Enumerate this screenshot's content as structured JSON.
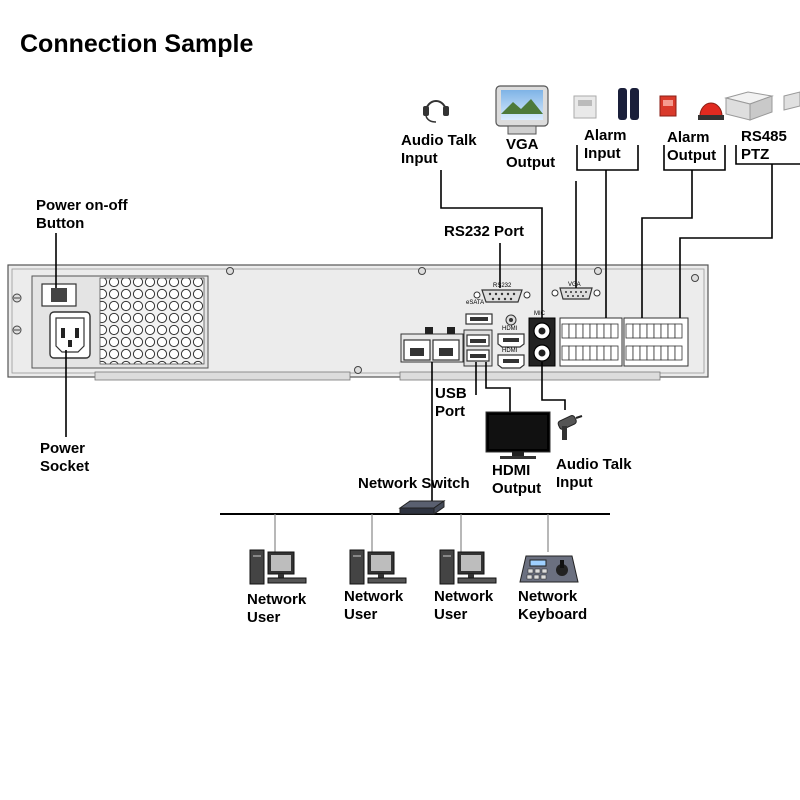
{
  "title": "Connection Sample",
  "labels": {
    "audio_talk_input_top": [
      "Audio Talk",
      "Input"
    ],
    "vga_output": [
      "VGA",
      "Output"
    ],
    "alarm_input": [
      "Alarm",
      "Input"
    ],
    "alarm_output": [
      "Alarm",
      "Output"
    ],
    "rs485_ptz": [
      "RS485",
      "PTZ"
    ],
    "power_button": [
      "Power on-off",
      "Button"
    ],
    "rs232_port": "RS232 Port",
    "power_socket": [
      "Power",
      "Socket"
    ],
    "usb_port": [
      "USB",
      "Port"
    ],
    "hdmi_output": [
      "HDMI",
      "Output"
    ],
    "audio_talk_input_bottom": [
      "Audio Talk",
      "Input"
    ],
    "network_switch": "Network Switch",
    "network_user_1": [
      "Network",
      "User"
    ],
    "network_user_2": [
      "Network",
      "User"
    ],
    "network_user_3": [
      "Network",
      "User"
    ],
    "network_keyboard": [
      "Network",
      "Keyboard"
    ]
  },
  "panel_text": {
    "rs232": "RS232",
    "vga": "VGA",
    "esata": "eSATA",
    "hdmi1": "HDMI",
    "hdmi2": "HDMI",
    "mic": "MIC"
  },
  "icons": [
    "headset-icon",
    "crt-monitor-icon",
    "pir-sensor-icon",
    "beam-sensor-icon",
    "strobe-siren-icon",
    "alarm-light-icon",
    "ptz-decoder-icon",
    "lcd-monitor-icon",
    "microphone-icon",
    "network-switch-icon",
    "desktop-pc-icon",
    "control-keyboard-icon"
  ]
}
